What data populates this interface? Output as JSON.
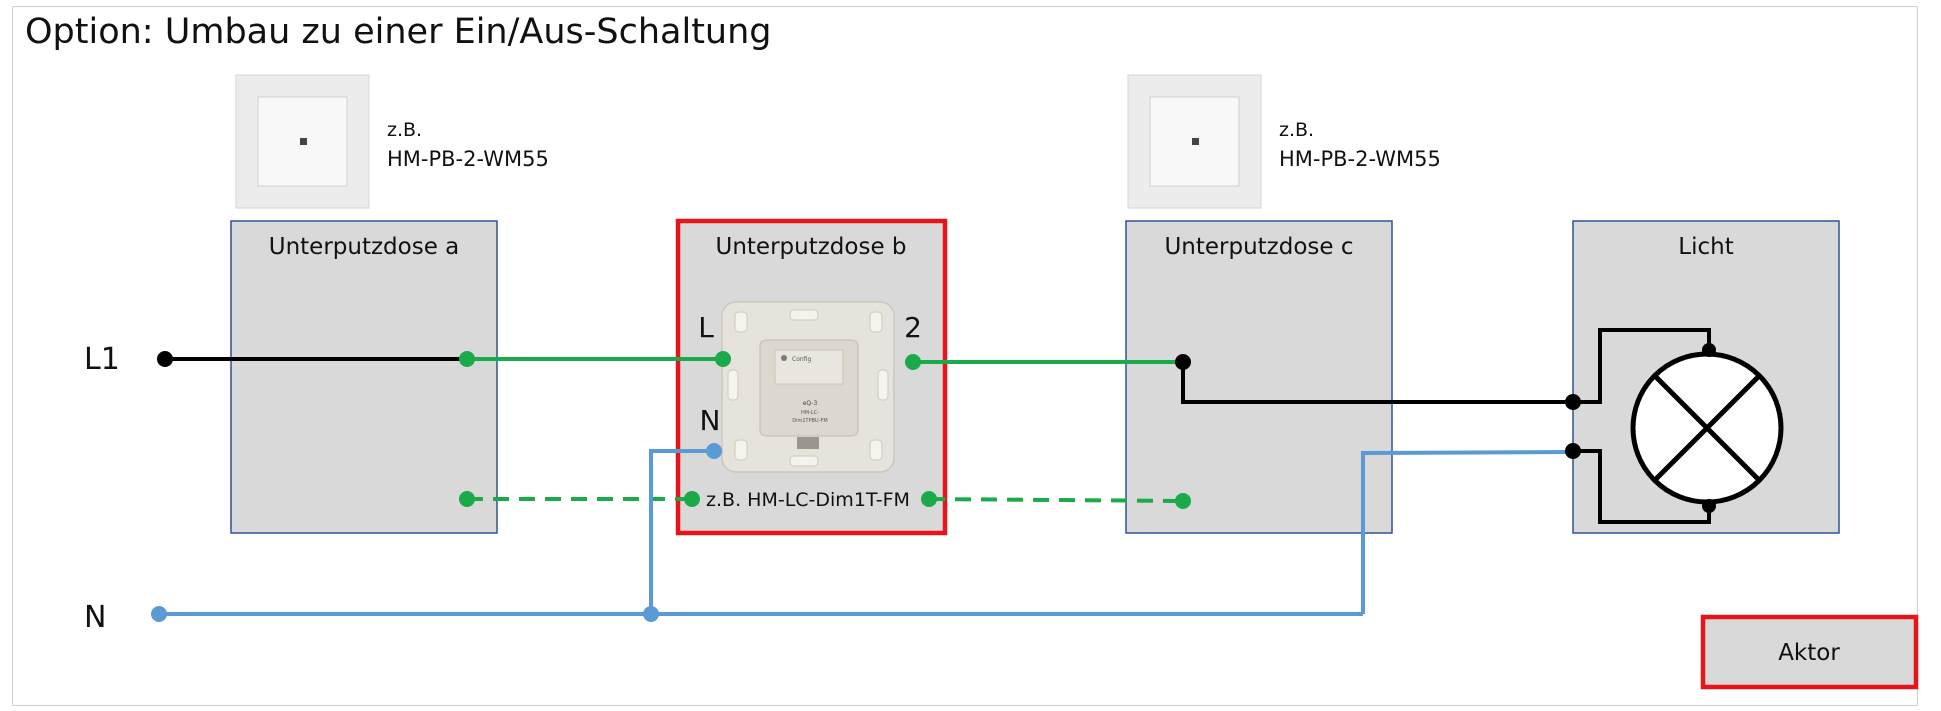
{
  "title": "Option: Umbau zu einer Ein/Aus-Schaltung",
  "switch_a": {
    "label_line1": "z.B.",
    "label_line2": "HM-PB-2-WM55"
  },
  "switch_c": {
    "label_line1": "z.B.",
    "label_line2": "HM-PB-2-WM55"
  },
  "boxes": {
    "a": {
      "label": "Unterputzdose a"
    },
    "b": {
      "label": "Unterputzdose b"
    },
    "c": {
      "label": "Unterputzdose c"
    },
    "licht": {
      "label": "Licht"
    }
  },
  "lines": {
    "l1": "L1",
    "n": "N"
  },
  "module": {
    "terminal_l": "L",
    "terminal_n": "N",
    "terminal_2": "2",
    "model_label": "z.B. HM-LC-Dim1T-FM",
    "config_label": "Config",
    "brand": "eQ-3",
    "print_line1": "HM-LC-",
    "print_line2": "Dim1TPBU-FM"
  },
  "legend": {
    "aktor_label": "Aktor"
  },
  "colors": {
    "phase": "#000000",
    "switched": "#1aaa4a",
    "neutral": "#5b9bd5",
    "highlight": "#e8141b",
    "box_fill": "#d9d9d9",
    "box_border": "#2f5496"
  }
}
